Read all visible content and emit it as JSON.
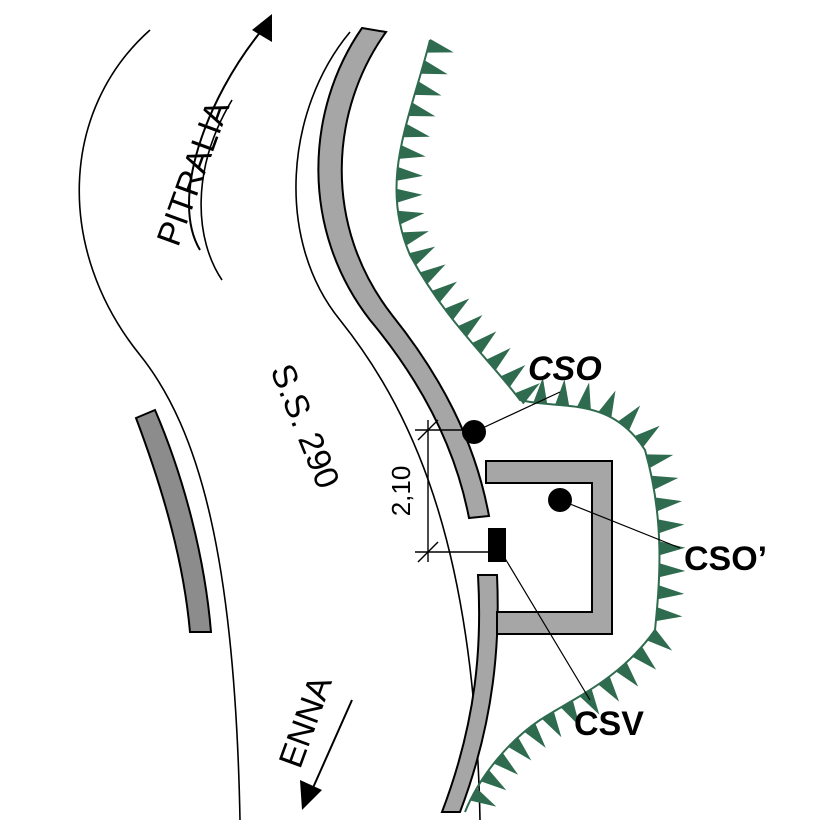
{
  "labels": {
    "to_north": "PITRALIA",
    "to_south": "ENNA",
    "road": "S.S. 290",
    "dimension": "2,10",
    "cso": "CSO",
    "cso_prime": "CSO’",
    "csv": "CSV"
  },
  "colors": {
    "wall_fill": "#a6a6a6",
    "left_wall_fill": "#8c8c8c",
    "vegetation": "#2f6b4f",
    "ink": "#000000",
    "background": "#ffffff"
  },
  "icons": {
    "north_arrow": "arrow-up-right-icon",
    "south_arrow": "arrow-down-left-icon",
    "vegetation": "grass-tuft-icon"
  }
}
